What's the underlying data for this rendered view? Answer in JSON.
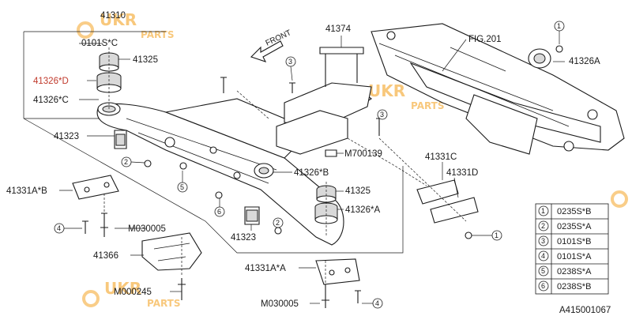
{
  "watermark": {
    "text_top": "UKR",
    "text_bottom": "PARTS"
  },
  "labels": {
    "p41310": "41310",
    "p0101sc": "0101S*C",
    "p41325_top": "41325",
    "p41326d": "41326*D",
    "p41326c": "41326*C",
    "p41323_left": "41323",
    "p41331ab": "41331A*B",
    "m030005_left": "M030005",
    "p41366": "41366",
    "m000245": "M000245",
    "p41374": "41374",
    "front": "FRONT",
    "fig201": "FIG.201",
    "p41326a_right": "41326A",
    "m700139": "M700139",
    "p41326b": "41326*B",
    "p41325_mid": "41325",
    "p41326_a": "41326*A",
    "p41323_mid": "41323",
    "p41331aa": "41331A*A",
    "m030005_bottom": "M030005",
    "p41331c": "41331C",
    "p41331d": "41331D",
    "diagram_code": "A415001067"
  },
  "callouts": [
    "1",
    "2",
    "3",
    "4",
    "5",
    "6"
  ],
  "legend": [
    {
      "num": "1",
      "code": "0235S*B"
    },
    {
      "num": "2",
      "code": "0235S*A"
    },
    {
      "num": "3",
      "code": "0101S*B"
    },
    {
      "num": "4",
      "code": "0101S*A"
    },
    {
      "num": "5",
      "code": "0238S*A"
    },
    {
      "num": "6",
      "code": "0238S*B"
    }
  ],
  "colors": {
    "highlight": "#c0392b",
    "watermark": "#f39c12",
    "line": "#1a1a1a"
  }
}
